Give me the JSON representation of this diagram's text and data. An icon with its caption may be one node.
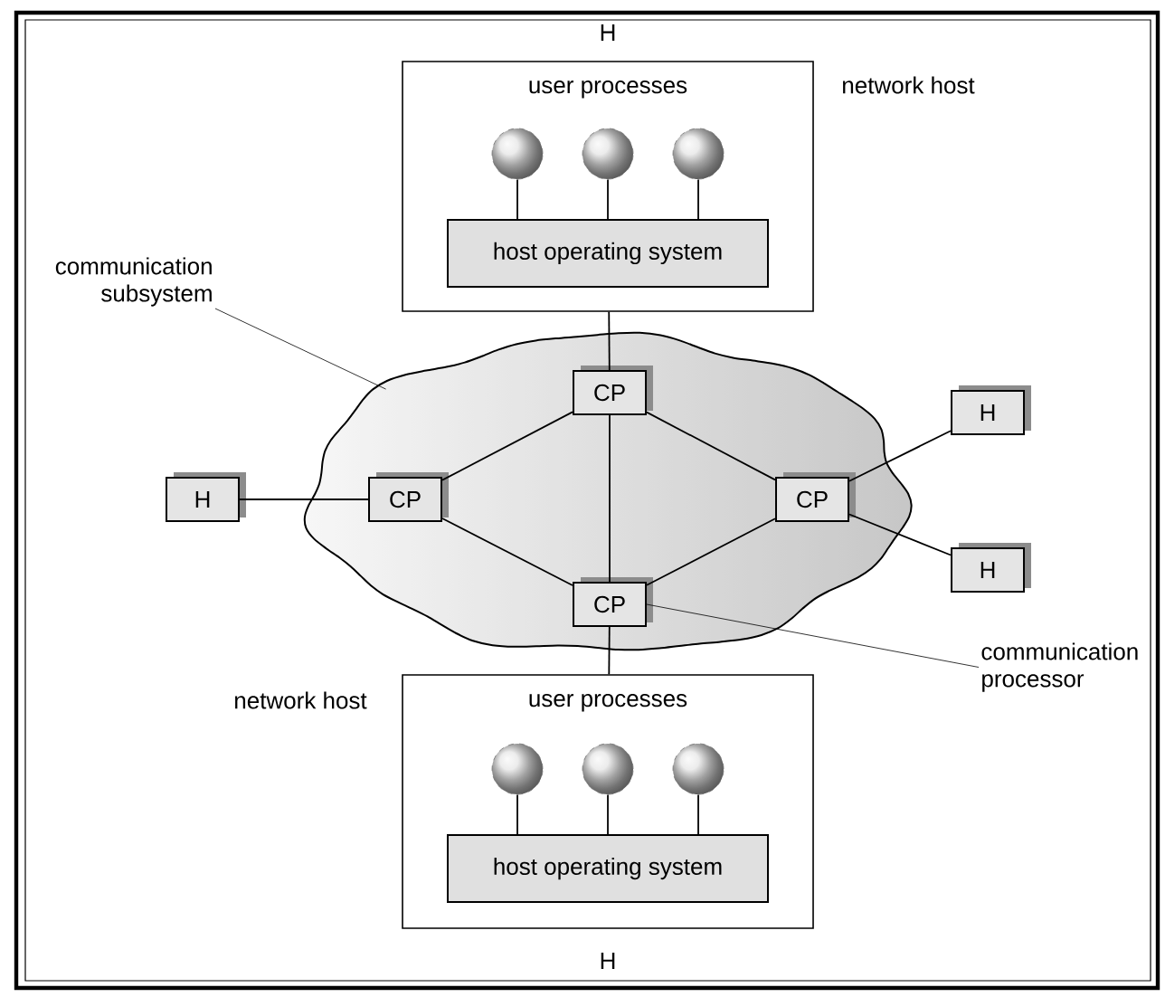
{
  "diagram": {
    "nodes": [
      {
        "text": [
          "user processes"
        ],
        "beside": [
          "H",
          "network host"
        ]
      },
      {
        "text": [],
        "shape": "circle",
        "in": 0
      },
      {
        "text": [],
        "shape": "circle",
        "in": 0
      },
      {
        "text": [],
        "shape": "circle",
        "in": 0
      },
      {
        "text": [
          "host operating system"
        ],
        "in": 0
      },
      {
        "text": [
          "communication subsystem"
        ]
      },
      {
        "text": [],
        "shape": "cloud"
      },
      {
        "text": [
          "CP"
        ],
        "in": 6
      },
      {
        "text": [
          "H"
        ]
      },
      {
        "text": [
          "H"
        ]
      },
      {
        "text": [
          "CP"
        ],
        "in": 6
      },
      {
        "text": [
          "CP"
        ],
        "in": 6
      },
      {
        "text": [
          "H"
        ]
      },
      {
        "text": [
          "CP"
        ],
        "in": 6
      },
      {
        "text": [
          "communication processor"
        ]
      },
      {
        "text": [
          "user processes"
        ],
        "beside": [
          "network host",
          "H"
        ]
      },
      {
        "text": [],
        "shape": "circle",
        "in": 15
      },
      {
        "text": [],
        "shape": "circle",
        "in": 15
      },
      {
        "text": [],
        "shape": "circle",
        "in": 15
      },
      {
        "text": [
          "host operating system"
        ],
        "in": 15
      }
    ],
    "edges": [
      {
        "from": 1,
        "to": 4,
        "arrow": "none"
      },
      {
        "from": 2,
        "to": 4,
        "arrow": "none"
      },
      {
        "from": 3,
        "to": 4,
        "arrow": "none"
      },
      {
        "from": 0,
        "to": 7,
        "arrow": "none"
      },
      {
        "from": 7,
        "to": 10,
        "arrow": "none"
      },
      {
        "from": 7,
        "to": 11,
        "arrow": "none"
      },
      {
        "from": 7,
        "to": 13,
        "arrow": "none"
      },
      {
        "from": 11,
        "to": 8,
        "arrow": "none"
      },
      {
        "from": 9,
        "to": 10,
        "arrow": "none"
      },
      {
        "from": 10,
        "to": 13,
        "arrow": "none"
      },
      {
        "from": 11,
        "to": 13,
        "arrow": "none"
      },
      {
        "from": 11,
        "to": 12,
        "arrow": "none"
      },
      {
        "from": 13,
        "to": 15,
        "arrow": "none"
      },
      {
        "from": 16,
        "to": 19,
        "arrow": "none"
      },
      {
        "from": 17,
        "to": 19,
        "arrow": "none"
      },
      {
        "from": 18,
        "to": 19,
        "arrow": "none"
      },
      {
        "from": 5,
        "to": 6,
        "arrow": "none"
      },
      {
        "from": 14,
        "to": 13,
        "arrow": "none"
      }
    ]
  }
}
